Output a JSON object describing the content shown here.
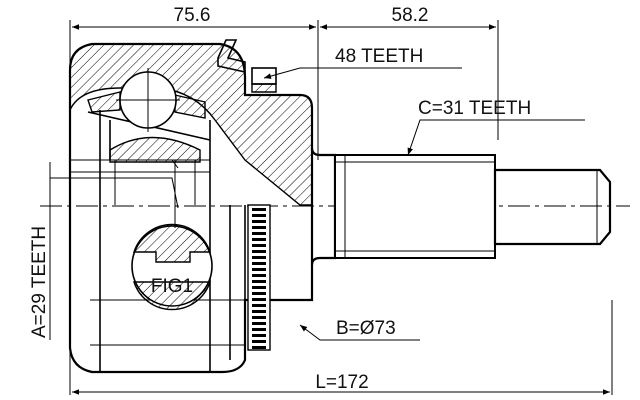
{
  "dimensions": {
    "top_left": "75.6",
    "top_right": "58.2",
    "overall_length": "L=172"
  },
  "callouts": {
    "outer_spline": "48 TEETH",
    "shaft_spline": "C=31 TEETH",
    "inner_spline": "A=29 TEETH",
    "abs_ring": "B=Ø73",
    "figure_ref": "FIG1"
  }
}
